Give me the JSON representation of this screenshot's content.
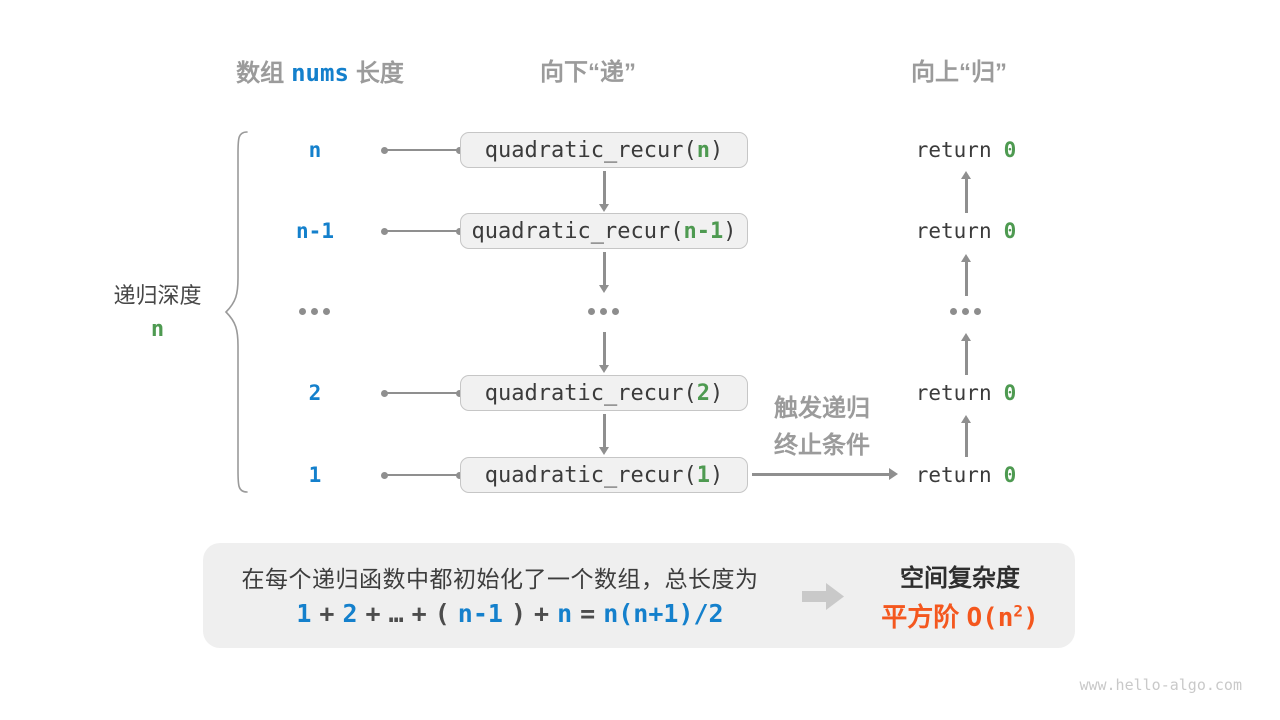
{
  "colors": {
    "blue": "#1480cc",
    "green": "#4e9a51",
    "orange": "#f4571e",
    "gray-label": "#9b9b9b",
    "dark": "#3b3b3b",
    "line": "#8f8f8f"
  },
  "headers": {
    "array_length": {
      "prefix": "数组",
      "code": "nums",
      "suffix": "长度"
    },
    "downward": "向下“递”",
    "upward": "向上“归”"
  },
  "depth_label": {
    "text": "递归深度",
    "value": "n"
  },
  "recursion": {
    "call_prefix": "quadratic_recur(",
    "call_suffix": ")",
    "return_keyword": "return",
    "ellipsis": "...",
    "rows": [
      {
        "value": "n",
        "arg": "n",
        "return_value": "0"
      },
      {
        "value": "n-1",
        "arg": "n-1",
        "return_value": "0"
      },
      {
        "value": "2",
        "arg": "2",
        "return_value": "0"
      },
      {
        "value": "1",
        "arg": "1",
        "return_value": "0"
      }
    ]
  },
  "annotation": {
    "line1": "触发递归",
    "line2": "终止条件"
  },
  "summary": {
    "description": "在每个递归函数中都初始化了一个数组，总长度为",
    "formula_tokens": [
      {
        "text": "1"
      },
      {
        "text": "+"
      },
      {
        "text": "2"
      },
      {
        "text": "+"
      },
      {
        "text": "…"
      },
      {
        "text": "+"
      },
      {
        "text": "("
      },
      {
        "text": "n-1"
      },
      {
        "text": ")"
      },
      {
        "text": "+"
      },
      {
        "text": "n"
      },
      {
        "text": "="
      },
      {
        "text": "n(n+1)/2"
      }
    ],
    "result_title": "空间复杂度",
    "complexity_label": "平方阶",
    "complexity_code_prefix": "O(n",
    "complexity_sup": "2",
    "complexity_code_suffix": ")"
  },
  "watermark": "www.hello-algo.com"
}
